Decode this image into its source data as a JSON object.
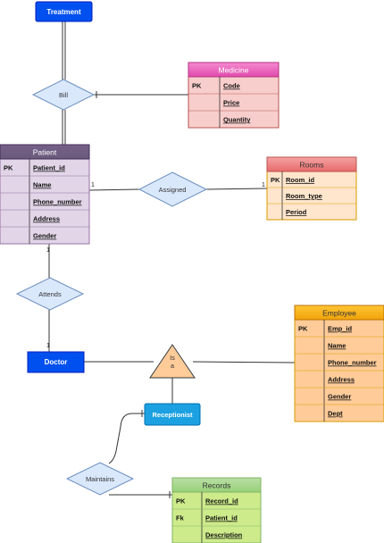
{
  "entities": {
    "treatment": "Treatment",
    "doctor": "Doctor",
    "receptionist": "Receptionist"
  },
  "relationships": {
    "bill": "Bill",
    "assigned": "Assigned",
    "attends": "Attends",
    "maintains": "Maintains"
  },
  "isa": {
    "line1": "Is",
    "line2": "a"
  },
  "cardinality": {
    "patient_assigned": "1",
    "assigned_rooms": "1",
    "patient_attends": "1",
    "attends_doctor": "1"
  },
  "tables": {
    "medicine": {
      "title": "Medicine",
      "rows": [
        {
          "key": "PK",
          "field": "Code"
        },
        {
          "key": "",
          "field": "Price"
        },
        {
          "key": "",
          "field": "Quantity"
        }
      ]
    },
    "patient": {
      "title": "Patient",
      "rows": [
        {
          "key": "PK",
          "field": "Patient_id"
        },
        {
          "key": "",
          "field": "Name"
        },
        {
          "key": "",
          "field": "Phone_number"
        },
        {
          "key": "",
          "field": "Address"
        },
        {
          "key": "",
          "field": "Gender"
        }
      ]
    },
    "rooms": {
      "title": "Rooms",
      "rows": [
        {
          "key": "PK",
          "field": "Room_id"
        },
        {
          "key": "",
          "field": "Room_type"
        },
        {
          "key": "",
          "field": "Period"
        }
      ]
    },
    "employee": {
      "title": "Employee",
      "rows": [
        {
          "key": "PK",
          "field": "Emp_id"
        },
        {
          "key": "",
          "field": "Name"
        },
        {
          "key": "",
          "field": "Phone_number"
        },
        {
          "key": "",
          "field": "Address"
        },
        {
          "key": "",
          "field": "Gender"
        },
        {
          "key": "",
          "field": "Dept"
        }
      ]
    },
    "records": {
      "title": "Records",
      "rows": [
        {
          "key": "PK",
          "field": "Record_id"
        },
        {
          "key": "Fk",
          "field": "Patient_id"
        },
        {
          "key": "",
          "field": "Description"
        }
      ]
    }
  }
}
